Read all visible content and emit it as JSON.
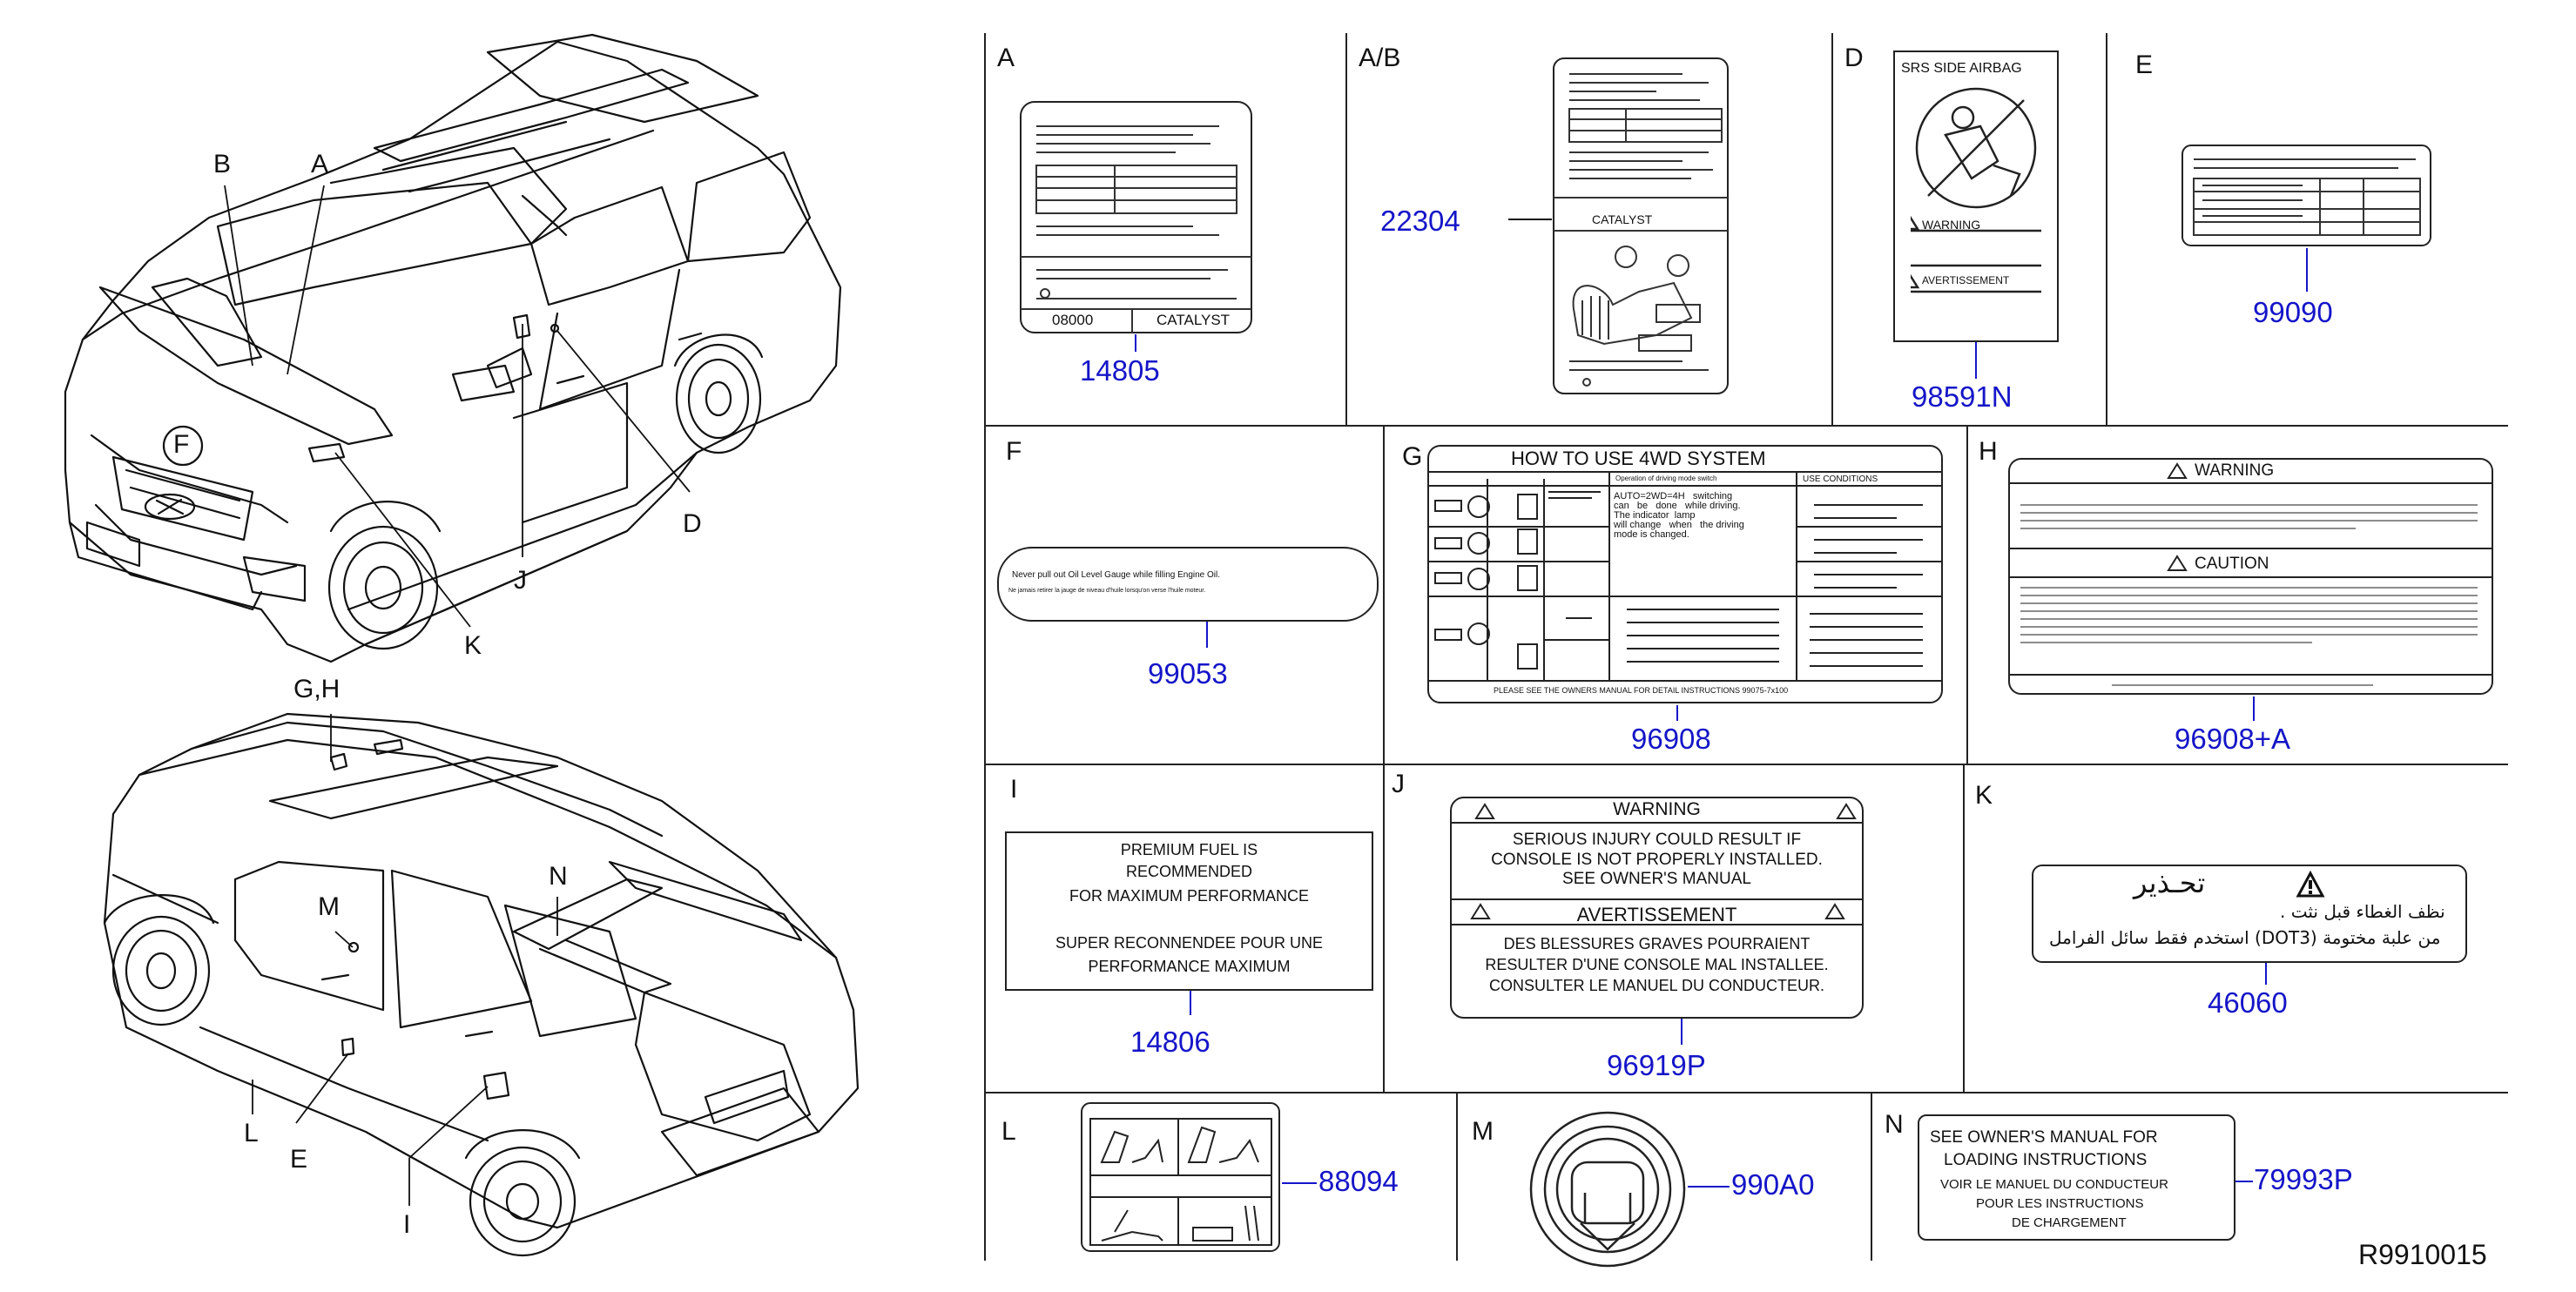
{
  "diagram_id": "R9910015",
  "callouts_top": [
    "A",
    "B",
    "F",
    "K",
    "J",
    "D"
  ],
  "callouts_bottom": [
    "G,H",
    "M",
    "N",
    "L",
    "E",
    "I"
  ],
  "panels": {
    "A": {
      "letter": "A",
      "part": "14805",
      "text_left": "08000",
      "text_right": "CATALYST"
    },
    "AB": {
      "letter": "A/B",
      "part": "22304",
      "text": "CATALYST"
    },
    "D": {
      "letter": "D",
      "part": "98591N",
      "title": "SRS   SIDE   AIRBAG",
      "warning": "WARNING",
      "avert": "AVERTISSEMENT"
    },
    "E": {
      "letter": "E",
      "part": "99090"
    },
    "F": {
      "letter": "F",
      "part": "99053",
      "line1": "Never   pull   out   Oil   Level   Gauge   while   filling   Engine   Oil.",
      "line2": "Ne  jamais  retirer  la  jauge  de  niveau  d'huile  lorsqu'on  verse  l'huile  moteur."
    },
    "G": {
      "letter": "G",
      "part": "96908",
      "title": "HOW   TO   USE   4WD   SYSTEM",
      "col1": "Operation  of  driving  mode  switch",
      "col2": "USE  CONDITIONS",
      "body": "AUTO=2WD=4H   switching\ncan   be   done   while driving.\nThe indicator  lamp\nwill change   when   the driving\nmode is changed.",
      "footer": "PLEASE   SEE   THE   OWNERS   MANUAL   FOR   DETAIL   INSTRUCTIONS  99075-7x100"
    },
    "H": {
      "letter": "H",
      "part": "96908+A",
      "warning": "WARNING",
      "caution": "CAUTION"
    },
    "I": {
      "letter": "I",
      "part": "14806",
      "lines": [
        "PREMIUM   FUEL   IS",
        "RECOMMENDED",
        "FOR   MAXIMUM   PERFORMANCE",
        "SUPER   RECONNENDEE   POUR   UNE",
        "PERFORMANCE   MAXIMUM"
      ]
    },
    "J": {
      "letter": "J",
      "part": "96919P",
      "warning": "WARNING",
      "w_lines": [
        "SERIOUS   INJURY   COULD   RESULT   IF",
        "CONSOLE   IS   NOT   PROPERLY   INSTALLED.",
        "SEE   OWNER'S   MANUAL"
      ],
      "avert": "AVERTISSEMENT",
      "a_lines": [
        "DES   BLESSURES   GRAVES   POURRAIENT",
        "RESULTER  D'UNE  CONSOLE  MAL  INSTALLEE.",
        "CONSULTER   LE   MANUEL   DU   CONDUCTEUR."
      ]
    },
    "K": {
      "letter": "K",
      "part": "46060",
      "arabic_title": "تحـذير",
      "arabic_l1": "نظف الغطاء قبل نثت .",
      "arabic_l2": "استخدم فقط سائل الفرامل (DOT3) من علبة مختومة"
    },
    "L": {
      "letter": "L",
      "part": "88094"
    },
    "M": {
      "letter": "M",
      "part": "990A0"
    },
    "N": {
      "letter": "N",
      "part": "79993P",
      "lines": [
        "SEE   OWNER'S   MANUAL   FOR",
        "LOADING   INSTRUCTIONS",
        "VOIR   LE   MANUEL   DU   CONDUCTEUR",
        "POUR   LES   INSTRUCTIONS",
        "DE   CHARGEMENT"
      ]
    }
  }
}
